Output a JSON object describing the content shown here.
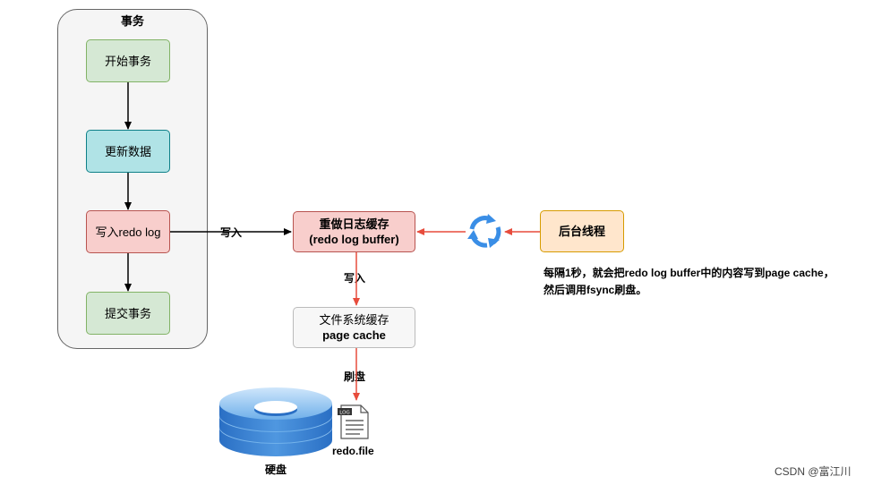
{
  "transaction": {
    "title": "事务",
    "steps": {
      "begin": "开始事务",
      "update": "更新数据",
      "write_redo": "写入redo log",
      "commit": "提交事务"
    }
  },
  "redo_buffer": {
    "line1": "重做日志缓存",
    "line2": "(redo log buffer)"
  },
  "page_cache": {
    "line1": "文件系统缓存",
    "line2": "page cache"
  },
  "background_thread": "后台线程",
  "labels": {
    "write_to_buffer": "写入",
    "write_to_cache": "写入",
    "flush": "刷盘"
  },
  "note": {
    "line1": "每隔1秒，就会把redo log buffer中的内容写到page cache，",
    "line2": "然后调用fsync刷盘。"
  },
  "disk_label": "硬盘",
  "file": {
    "icon_text": "LOG",
    "name": "redo.file"
  },
  "watermark": "CSDN @富江川",
  "colors": {
    "green_fill": "#d5e8d4",
    "teal_fill": "#b0e3e6",
    "red_fill": "#f8cecc",
    "orange_fill": "#ffe6cc",
    "red_arrow": "#e74c3c",
    "cycle_blue": "#3a8ee6"
  }
}
